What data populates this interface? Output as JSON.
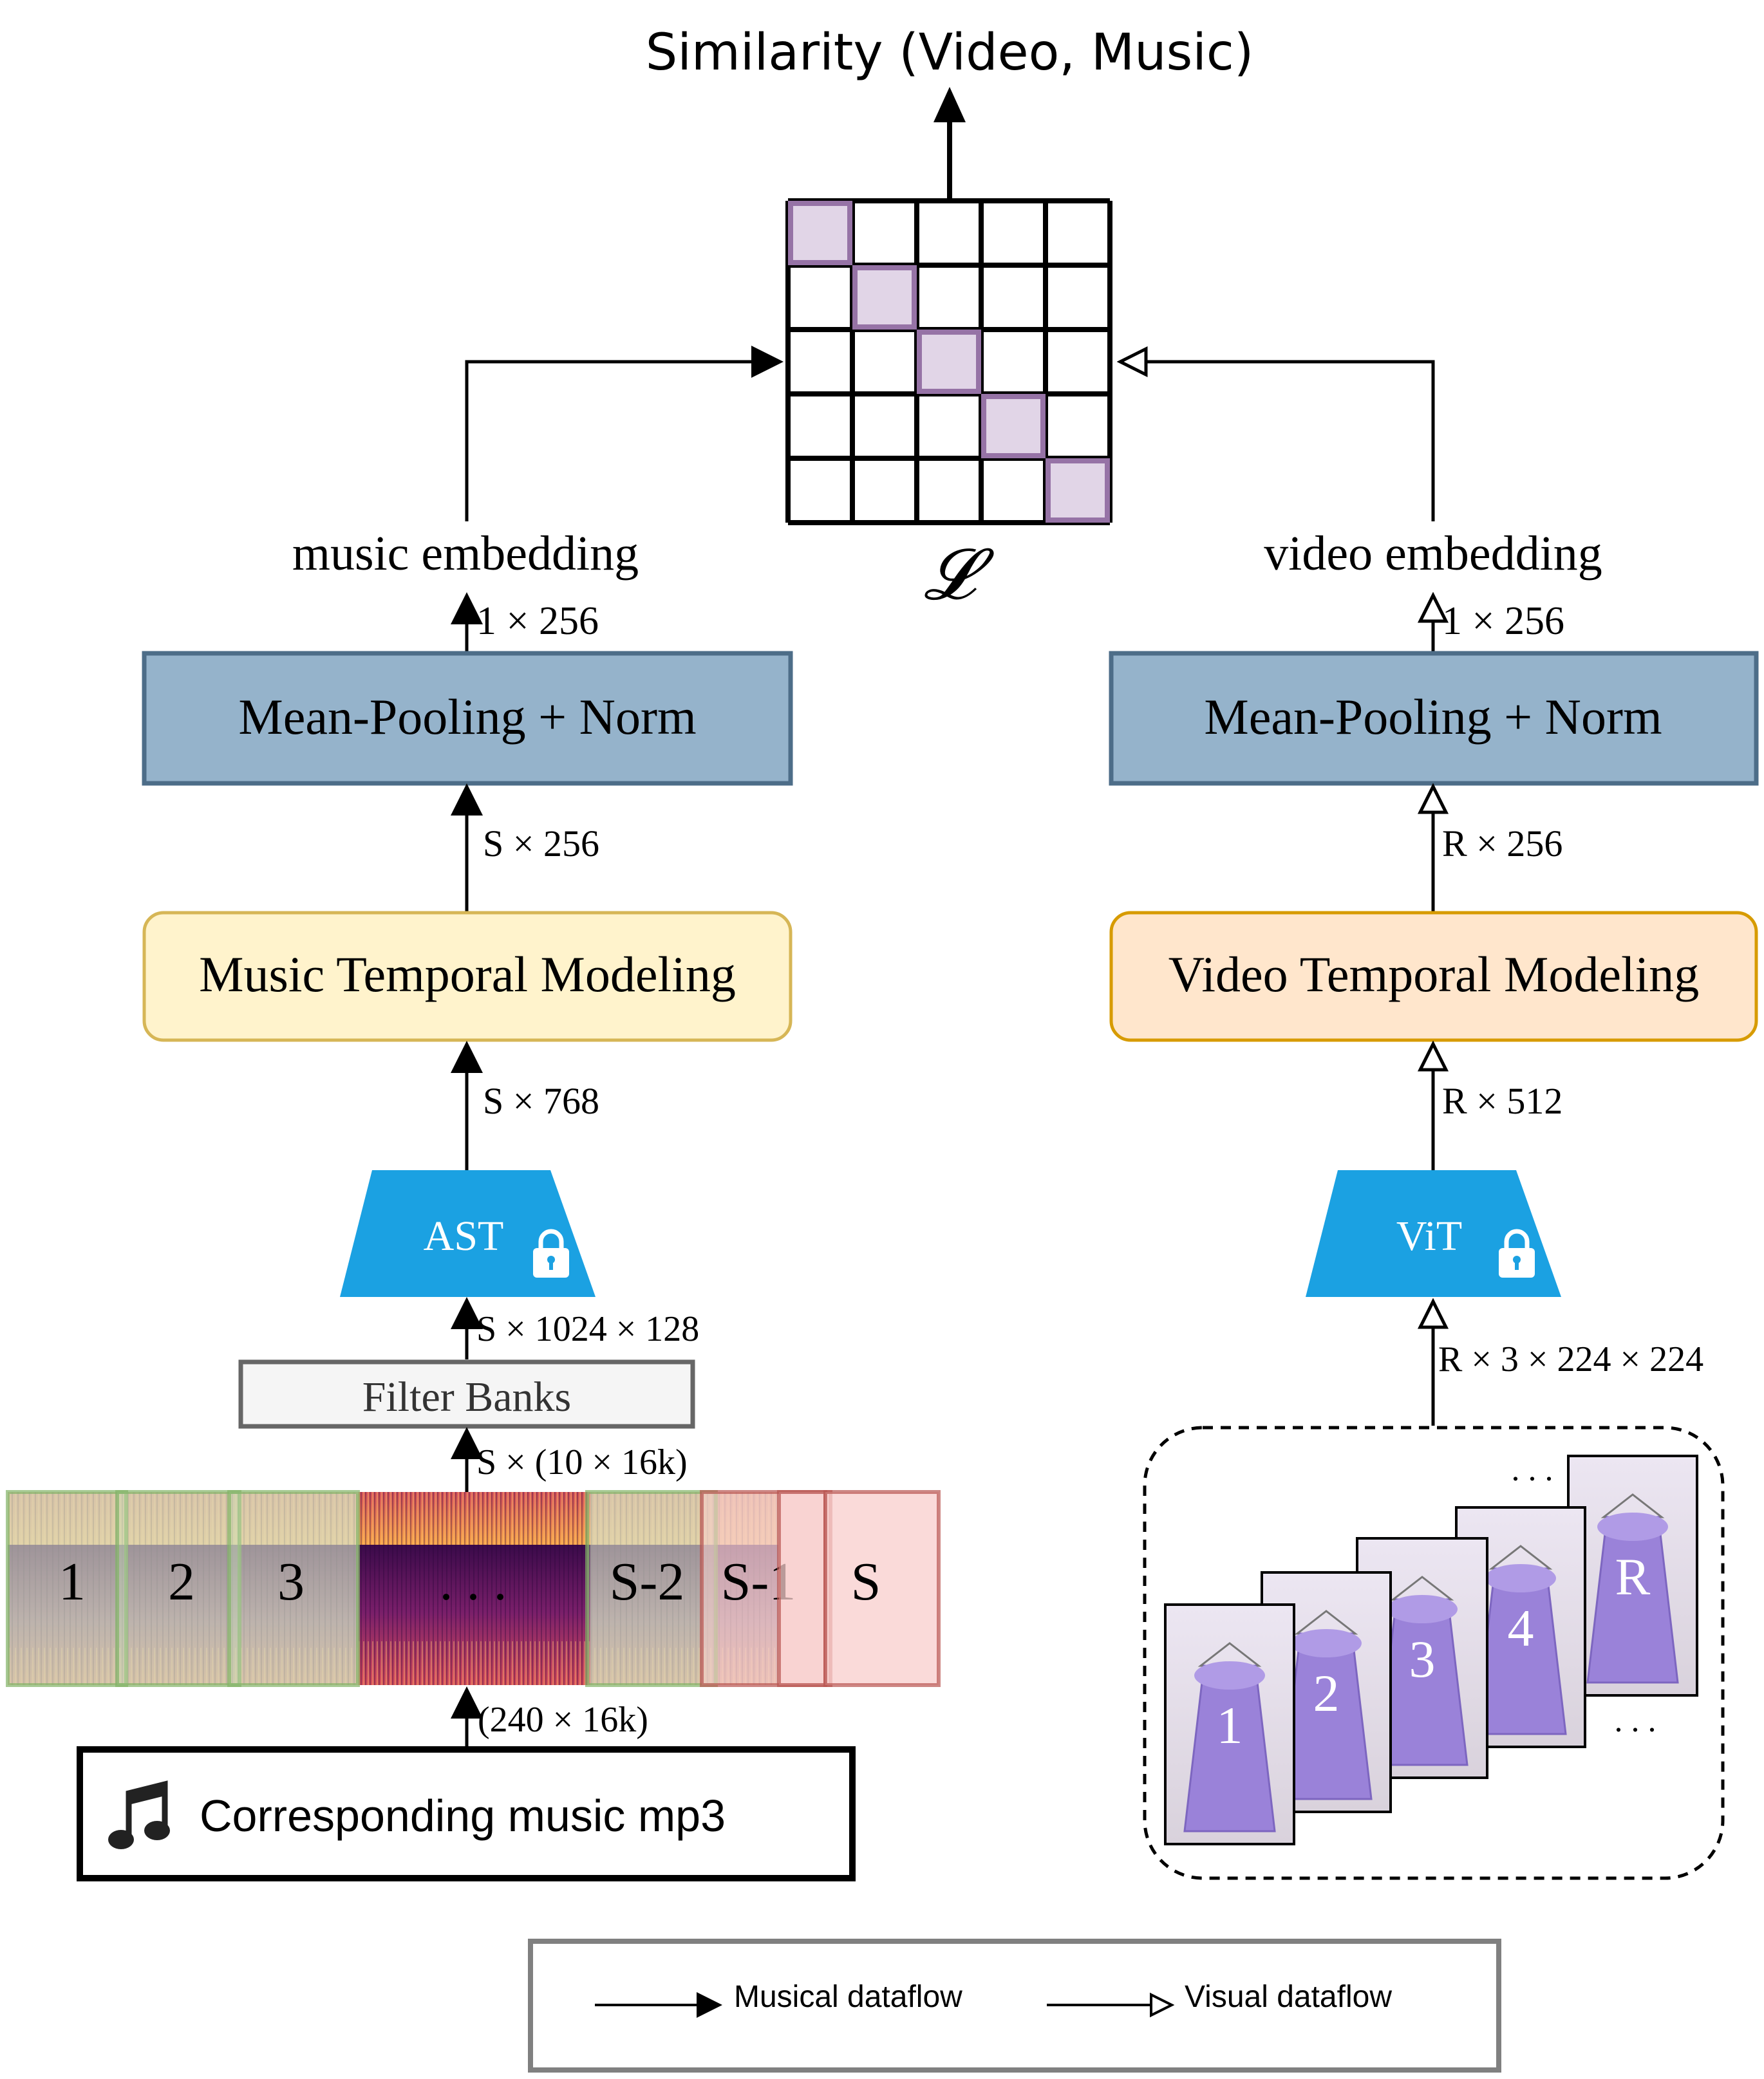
{
  "title": "Similarity (Video, Music)",
  "loss_symbol": "𝓛",
  "music_branch": {
    "embedding_label": "music embedding",
    "embedding_dim": "1 × 256",
    "pooling_label": "Mean-Pooling + Norm",
    "temporal_out_dim": "S × 256",
    "temporal_label": "Music Temporal Modeling",
    "encoder_out_dim": "S × 768",
    "encoder_label": "AST",
    "fbank_out_dim": "S × 1024 × 128",
    "fbank_label": "Filter Banks",
    "segment_dim": "S × (10 × 16k)",
    "segments": [
      "1",
      "2",
      "3",
      ". . .",
      "S-2",
      "S-1",
      "S"
    ],
    "input_dim": "(240 × 16k)",
    "input_label": "Corresponding music mp3"
  },
  "video_branch": {
    "embedding_label": "video embedding",
    "embedding_dim": "1 × 256",
    "pooling_label": "Mean-Pooling + Norm",
    "temporal_out_dim": "R × 256",
    "temporal_label": "Video Temporal Modeling",
    "encoder_out_dim": "R × 512",
    "encoder_label": "ViT",
    "frames_dim": "R × 3 × 224 × 224",
    "frames": [
      "1",
      "2",
      "3",
      "4",
      "R"
    ],
    "ellipsis_top": ". . .",
    "ellipsis_bottom": ". . ."
  },
  "legend": {
    "musical_label": "Musical dataflow",
    "visual_label": "Visual dataflow"
  },
  "colors": {
    "pooling_fill": "#95b3cb",
    "pooling_stroke": "#4d6d88",
    "music_temporal_fill": "#fff3cc",
    "music_temporal_stroke": "#d6b656",
    "video_temporal_fill": "#ffe6cc",
    "video_temporal_stroke": "#d79b00",
    "encoder_fill": "#1ba1e2",
    "matrix_diag_fill": "#e1d5e7",
    "matrix_diag_stroke": "#9673a6",
    "segment_overlay": "#f8cecc",
    "segment_overlay_stroke": "#b85450"
  }
}
